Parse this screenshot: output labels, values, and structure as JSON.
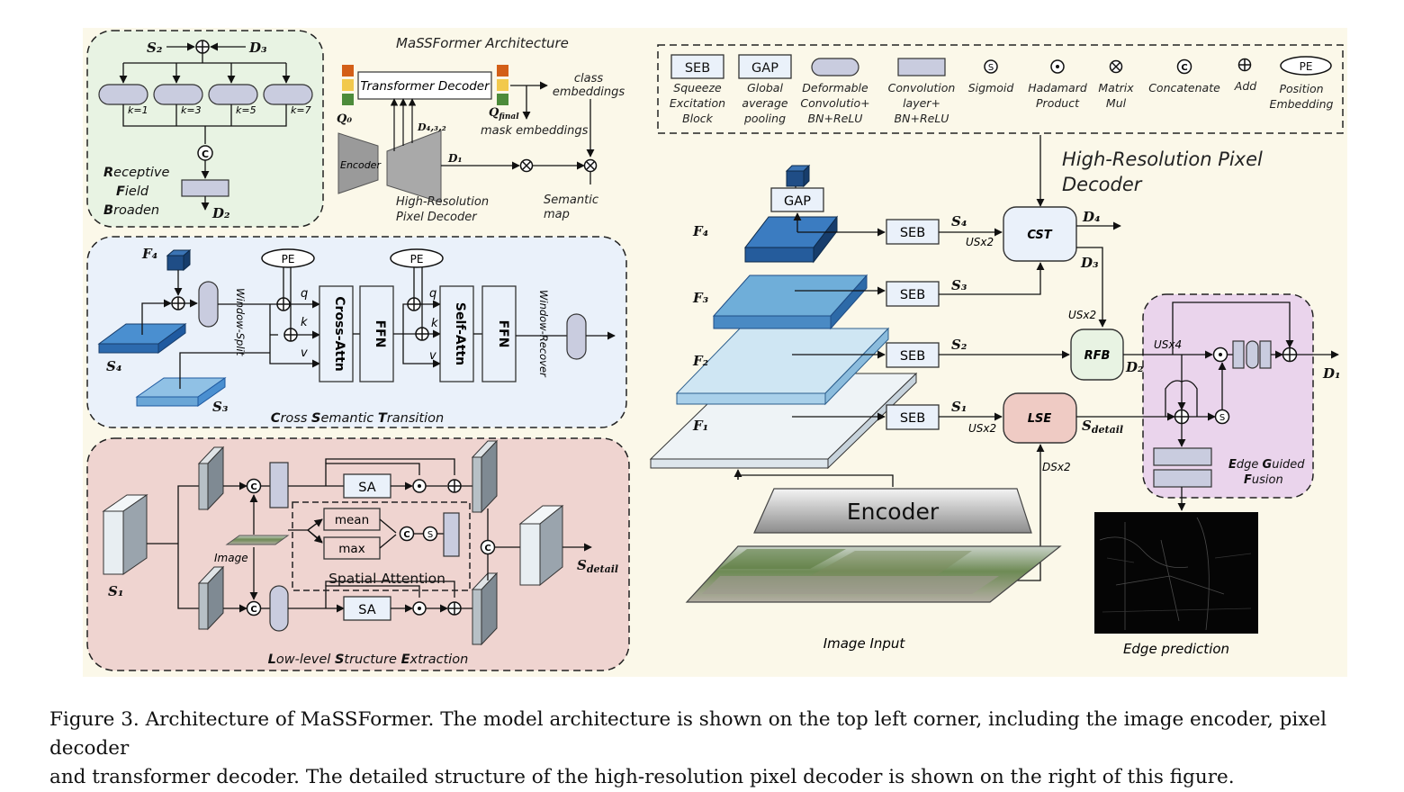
{
  "caption": {
    "line1": "Figure 3. Architecture of MaSSFormer. The model architecture is shown on the top left corner, including the image encoder, pixel decoder",
    "line2": "and transformer decoder. The detailed structure of the high-resolution pixel decoder is shown on the right of this figure."
  },
  "colors": {
    "figure_bg": "#fbf8e9",
    "rfb_bg": "#e8f3e3",
    "cst_bg": "#eaf1fa",
    "lse_bg": "#efd4d0",
    "egf_bg": "#ead4ec",
    "layer_dark": "#2f6fb4",
    "layer_light": "#cfe6f3",
    "grey_block": "#c9ccdf"
  },
  "rfb": {
    "s2": "S₂",
    "d3": "D₃",
    "d2": "D₂",
    "k1": "k=1",
    "k3": "k=3",
    "k5": "k=5",
    "k7": "k=7",
    "title_r": "R",
    "title_r_rest": "eceptive",
    "title_f": "F",
    "title_f_rest": "ield",
    "title_b": "B",
    "title_b_rest": "roaden"
  },
  "overview": {
    "title": "MaSSFormer Architecture",
    "transformer_decoder": "Transformer Decoder",
    "q0": "Q₀",
    "qfinal": "Q",
    "qfinal_sub": "final",
    "class_emb_1": "class",
    "class_emb_2": "embeddings",
    "mask_emb": "mask embeddings",
    "d432": "D₄,₃,₂",
    "d1": "D₁",
    "encoder": "Encoder",
    "hrpd_1": "High-Resolution",
    "hrpd_2": "Pixel Decoder",
    "semantic_1": "Semantic",
    "semantic_2": "map"
  },
  "legend": {
    "seb": "SEB",
    "gap": "GAP",
    "pe": "PE",
    "items": [
      {
        "l1": "Squeeze",
        "l2": "Excitation",
        "l3": "Block"
      },
      {
        "l1": "Global",
        "l2": "average",
        "l3": "pooling"
      },
      {
        "l1": "Deformable",
        "l2": "Convolutio+",
        "l3": "BN+ReLU"
      },
      {
        "l1": "Convolution",
        "l2": "layer+",
        "l3": "BN+ReLU"
      },
      {
        "l1": "Sigmoid",
        "l2": "",
        "l3": ""
      },
      {
        "l1": "Hadamard",
        "l2": "Product",
        "l3": ""
      },
      {
        "l1": "Matrix",
        "l2": "Mul",
        "l3": ""
      },
      {
        "l1": "Concatenate",
        "l2": "",
        "l3": ""
      },
      {
        "l1": "Add",
        "l2": "",
        "l3": ""
      },
      {
        "l1": "Position",
        "l2": "Embedding",
        "l3": ""
      }
    ]
  },
  "cst": {
    "f4": "F₄",
    "s4": "S₄",
    "s3": "S₃",
    "pe": "PE",
    "q": "q",
    "k": "k",
    "v": "v",
    "window_split": "Window-Split",
    "cross_attn": "Cross-Attn",
    "ffn": "FFN",
    "self_attn": "Self-Attn",
    "window_recover": "Window-Recover",
    "title_c": "C",
    "title_c_rest": "ross ",
    "title_s": "S",
    "title_s_rest": "emantic ",
    "title_t": "T",
    "title_t_rest": "ransition"
  },
  "lse": {
    "sa": "SA",
    "mean": "mean",
    "max": "max",
    "image": "Image",
    "spatial_attention": "Spatial Attention",
    "s1": "S₁",
    "sdetail": "S",
    "sdetail_sub": "detail",
    "title_l": "L",
    "title_l_rest": "ow-level ",
    "title_s": "S",
    "title_s_rest": "tructure ",
    "title_e": "E",
    "title_e_rest": "xtraction"
  },
  "hrpd": {
    "title_1": "High-Resolution Pixel",
    "title_2": "Decoder",
    "gap": "GAP",
    "seb": "SEB",
    "f4": "F₄",
    "f3": "F₃",
    "f2": "F₂",
    "f1": "F₁",
    "s4": "S₄",
    "s3": "S₃",
    "s2": "S₂",
    "s1": "S₁",
    "d4": "D₄",
    "d3": "D₃",
    "d2": "D₂",
    "d1": "D₁",
    "cst": "CST",
    "rfb": "RFB",
    "lse": "LSE",
    "usx2": "USx2",
    "usx4": "USx4",
    "dsx2": "DSx2",
    "sdetail": "S",
    "sdetail_sub": "detail",
    "encoder": "Encoder",
    "image_input": "Image Input",
    "edge_prediction": "Edge prediction",
    "egf_e": "E",
    "egf_e_rest": "dge ",
    "egf_g": "G",
    "egf_g_rest": "uided",
    "egf_f": "F",
    "egf_f_rest": "usion"
  }
}
